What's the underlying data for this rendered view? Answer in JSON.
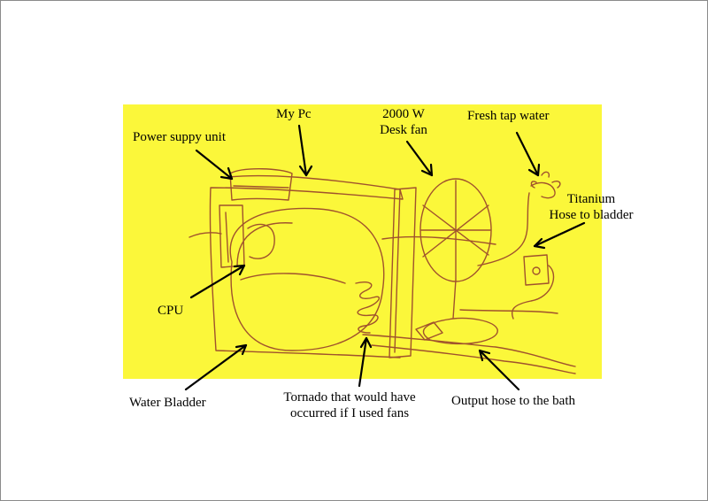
{
  "labels": {
    "power_supply": "Power suppy unit",
    "my_pc": "My Pc",
    "desk_fan_line1": "2000 W",
    "desk_fan_line2": "Desk fan",
    "fresh_tap_water": "Fresh tap water",
    "titanium_line1": "Titanium",
    "titanium_line2": "Hose to bladder",
    "cpu": "CPU",
    "water_bladder": "Water Bladder",
    "tornado_line1": "Tornado that would have",
    "tornado_line2": "occurred if I used fans",
    "output_hose": "Output hose to the bath"
  },
  "colors": {
    "paper": "#fbf73a",
    "pen": "#a0522d",
    "ink": "#000000"
  }
}
